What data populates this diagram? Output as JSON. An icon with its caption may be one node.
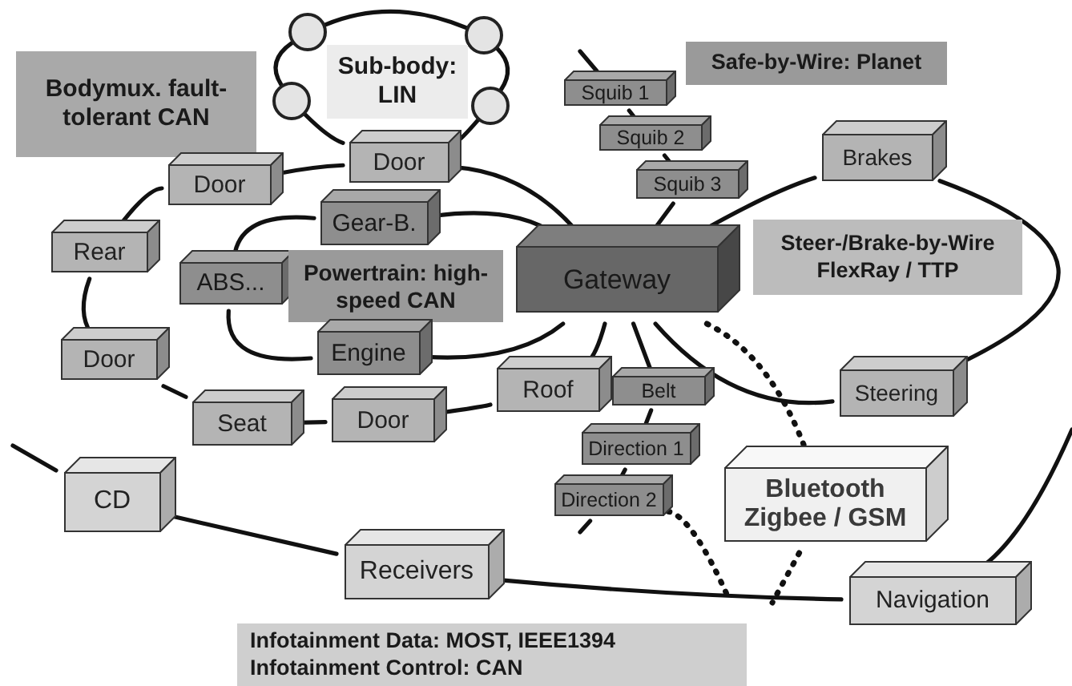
{
  "diagram": {
    "nodes": [
      {
        "text": [
          "Bodymux. fault- tolerant CAN"
        ]
      },
      {
        "text": [],
        "shape": "circle"
      },
      {
        "text": [],
        "shape": "circle"
      },
      {
        "text": [
          "Sub-body: LIN"
        ]
      },
      {
        "text": [],
        "shape": "circle"
      },
      {
        "text": [],
        "shape": "circle"
      },
      {
        "text": [
          "Safe-by-Wire: Planet"
        ]
      },
      {
        "text": [
          "Squib 1"
        ]
      },
      {
        "text": [
          "Squib 2"
        ]
      },
      {
        "text": [
          "Door"
        ]
      },
      {
        "text": [
          "Door"
        ]
      },
      {
        "text": [
          "Squib 3"
        ]
      },
      {
        "text": [
          "Brakes"
        ]
      },
      {
        "text": [
          "Gear-B."
        ]
      },
      {
        "text": [
          "Rear"
        ]
      },
      {
        "text": [
          "ABS..."
        ]
      },
      {
        "text": [
          "Powertrain: high-speed CAN"
        ]
      },
      {
        "text": [
          "Gateway"
        ]
      },
      {
        "text": [
          "Steer-/Brake-by-Wire FlexRay / TTP"
        ]
      },
      {
        "text": [
          "Engine"
        ]
      },
      {
        "text": [
          "Door"
        ]
      },
      {
        "text": [
          "Seat"
        ]
      },
      {
        "text": [
          "Door"
        ]
      },
      {
        "text": [
          "Roof"
        ]
      },
      {
        "text": [
          "Belt"
        ]
      },
      {
        "text": [
          "Steering"
        ]
      },
      {
        "text": [
          "Direction 1"
        ]
      },
      {
        "text": [
          "Direction 2"
        ]
      },
      {
        "text": [
          "CD"
        ]
      },
      {
        "text": [
          "Bluetooth Zigbee / GSM"
        ]
      },
      {
        "text": [
          "Receivers"
        ]
      },
      {
        "text": [
          "Navigation"
        ]
      },
      {
        "text": [
          "Infotainment Data: MOST, IEEE1394",
          "Infotainment Control: CAN"
        ]
      }
    ],
    "edges": [
      {
        "from": 1,
        "to": 2,
        "arrow": "none"
      },
      {
        "from": 2,
        "to": 5,
        "arrow": "none"
      },
      {
        "from": 5,
        "to": 9,
        "arrow": "none"
      },
      {
        "from": 9,
        "to": 4,
        "arrow": "none"
      },
      {
        "from": 4,
        "to": 1,
        "arrow": "none"
      },
      {
        "from": 9,
        "to": 17,
        "arrow": "none"
      },
      {
        "from": 9,
        "to": 10,
        "arrow": "none"
      },
      {
        "from": 10,
        "to": 14,
        "arrow": "none"
      },
      {
        "from": 14,
        "to": 20,
        "arrow": "none"
      },
      {
        "from": 20,
        "to": 21,
        "arrow": "none"
      },
      {
        "from": 21,
        "to": 22,
        "arrow": "none"
      },
      {
        "from": 22,
        "to": 23,
        "arrow": "none"
      },
      {
        "from": 23,
        "to": 17,
        "arrow": "none"
      },
      {
        "from": 13,
        "to": 15,
        "arrow": "none"
      },
      {
        "from": 15,
        "to": 19,
        "arrow": "none"
      },
      {
        "from": 19,
        "to": 17,
        "arrow": "none"
      },
      {
        "from": 17,
        "to": 13,
        "arrow": "none"
      },
      {
        "from": null,
        "to": 7,
        "arrow": "none"
      },
      {
        "from": 7,
        "to": 8,
        "arrow": "none"
      },
      {
        "from": 8,
        "to": 11,
        "arrow": "none"
      },
      {
        "from": 11,
        "to": 17,
        "arrow": "none"
      },
      {
        "from": 17,
        "to": 24,
        "arrow": "none"
      },
      {
        "from": 24,
        "to": 26,
        "arrow": "none"
      },
      {
        "from": 26,
        "to": 27,
        "arrow": "none"
      },
      {
        "from": 27,
        "to": null,
        "arrow": "none"
      },
      {
        "from": 17,
        "to": 12,
        "arrow": "none"
      },
      {
        "from": 12,
        "to": 25,
        "arrow": "none"
      },
      {
        "from": 25,
        "to": 17,
        "arrow": "none"
      },
      {
        "from": null,
        "to": 28,
        "arrow": "none"
      },
      {
        "from": 28,
        "to": 30,
        "arrow": "none"
      },
      {
        "from": 30,
        "to": 31,
        "arrow": "none"
      },
      {
        "from": 31,
        "to": null,
        "arrow": "none"
      },
      {
        "from": 17,
        "to": 29,
        "arrow": "none",
        "style": "dashed"
      },
      {
        "from": 29,
        "to": null,
        "arrow": "none",
        "style": "dashed"
      },
      {
        "from": 27,
        "to": null,
        "arrow": "none",
        "style": "dashed"
      }
    ]
  }
}
